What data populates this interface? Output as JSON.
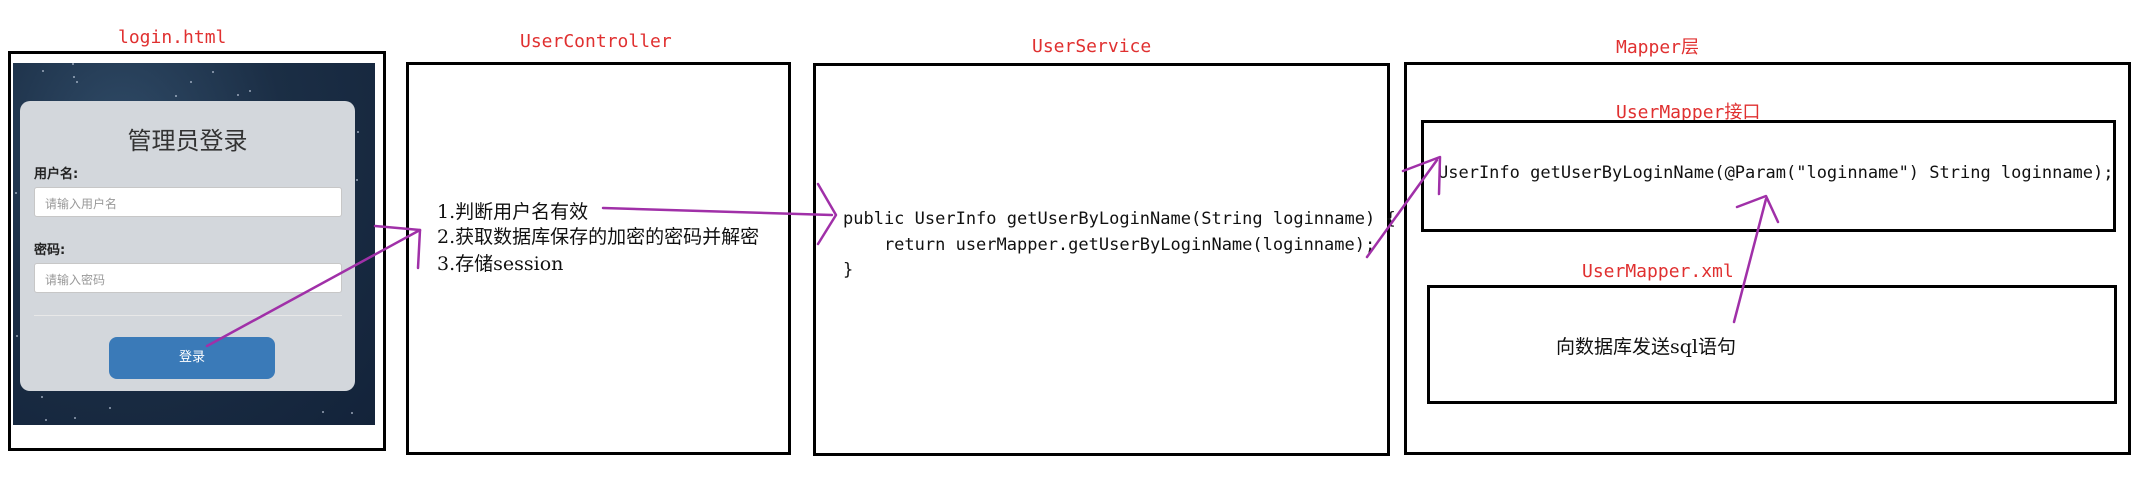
{
  "labels": {
    "login": "login.html",
    "controller": "UserController",
    "service": "UserService",
    "mapper_layer": "Mapper层",
    "mapper_interface": "UserMapper接口",
    "mapper_xml": "UserMapper.xml"
  },
  "login_page": {
    "title": "管理员登录",
    "username_label": "用户名:",
    "username_placeholder": "请输入用户名",
    "password_label": "密码:",
    "password_placeholder": "请输入密码",
    "login_button": "登录"
  },
  "controller": {
    "steps": [
      "1.判断用户名有效",
      "2.获取数据库保存的加密的密码并解密",
      "3.存储session"
    ]
  },
  "service": {
    "code": [
      "public UserInfo getUserByLoginName(String loginname) {",
      "    return userMapper.getUserByLoginName(loginname);",
      "}"
    ]
  },
  "mapper": {
    "interface_code": "UserInfo getUserByLoginName(@Param(\"loginname\") String loginname);",
    "xml_text": "向数据库发送sql语句"
  },
  "colors": {
    "label": "#e03030",
    "arrow": "#a030a8",
    "border": "#000000"
  }
}
